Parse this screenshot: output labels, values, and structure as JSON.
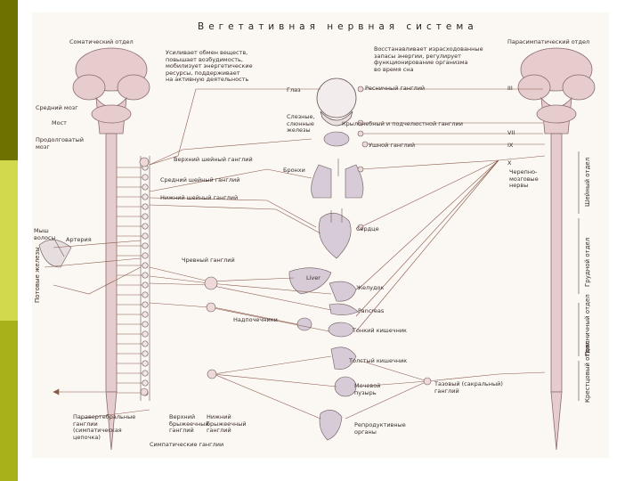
{
  "title": "Вегетативная   нервная   система",
  "left_header": "Соматический отдел",
  "right_header": "Парасимпатический отдел",
  "left_labels": {
    "midbrain": "Средний мозг",
    "pons": "Мост",
    "medulla": "Продолговатый\nмозг",
    "hair": "Мыш\nволосы",
    "artery": "Артерия",
    "sweat": "Потовые\nжелезы",
    "paravertebral": "Паравертебральные\nганглии\n(симпатическая\nцепочка)",
    "upper_mesenteric": "Верхний\nбрыжеечный\nганглий",
    "lower_mesenteric": "Нижний\nбрыжеечный\nганглий",
    "bottom_caption": "Симпатические ганглии"
  },
  "sympathetic_note": "Усиливает обмен веществ,\nповышает возбудимость,\nмобилизует энергетические\nресурсы, поддерживает\nна активную деятельность",
  "parasympathetic_note": "Восстанавливает израсходованные\nзапасы энергии, регулирует\nфункционирование организма\nво время сна",
  "ganglia_labels": {
    "upper_cervical": "Верхний шейный ганглий",
    "middle_cervical": "Средний шейный ганглий",
    "lower_cervical": "Нижний шейный ганглий",
    "celiac": "Чревный ганглий",
    "ciliary": "Ресничный ганглий",
    "pterygopalatine": "Крылонебный и подчелюстной ганглии",
    "otic": "Ушной ганглий",
    "pelvic": "Тазовый (сакральный)\nганглий"
  },
  "organ_labels": {
    "eye": "Глаз",
    "glands": "Слезные,\nслюнные\nжелезы",
    "lungs": "Бронхи",
    "heart": "Сердце",
    "liver": "Liver",
    "stomach": "Желудок",
    "pancreas": "Pancreas",
    "adrenal": "Надпочечники",
    "small_intestine": "Тонкий кишечник",
    "large_intestine": "Толстый кишечник",
    "bladder": "Мочевой\nпузырь",
    "reproductive": "Репродуктивные\nорганы"
  },
  "cranial_nerves": [
    "III",
    "VII",
    "IX",
    "X"
  ],
  "vagus_label": "Черепно-\nмозговые\nнервы",
  "right_vertical": {
    "cervical": "Шейный отдел",
    "thoracic": "Грудной отдел",
    "lumbar": "Поясничный\nотдел",
    "sacral": "Крестцовый\nотдел"
  },
  "colors": {
    "spine": "#e8cfcf",
    "spine_stroke": "#8a6d6d",
    "nerve": "#8a5a4a",
    "nerve_dashed": "#9a7b6e",
    "organ": "#d7cbd8",
    "ganglion": "#e9c7c7",
    "chain": "#7a6a6a"
  }
}
